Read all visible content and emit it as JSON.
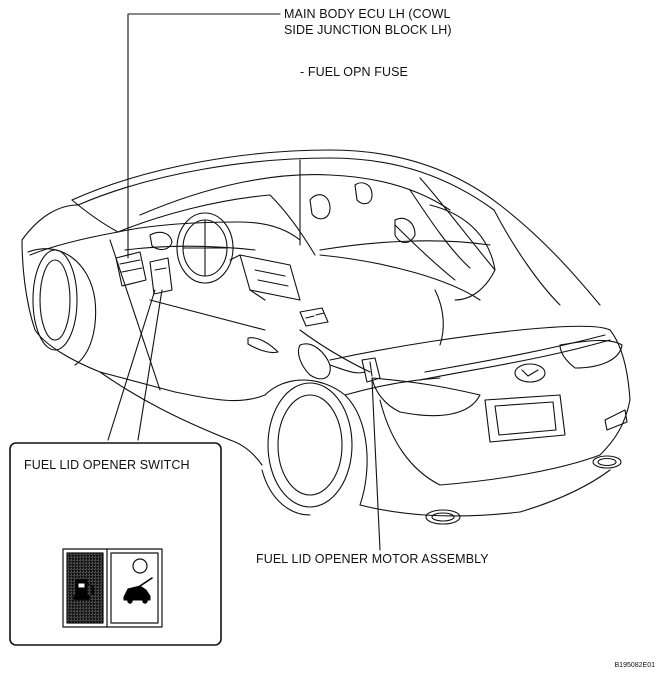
{
  "labels": {
    "ecu_line1": "MAIN BODY ECU LH (COWL",
    "ecu_line2": "SIDE JUNCTION BLOCK LH)",
    "fuse": "- FUEL OPN FUSE",
    "switch": "FUEL LID OPENER SWITCH",
    "motor": "FUEL LID OPENER MOTOR ASSEMBLY",
    "figure_code": "B195082E01"
  },
  "icons": {
    "fuel_button": "fuel-pump-icon",
    "trunk_button": "car-trunk-icon"
  },
  "colors": {
    "line": "#111111",
    "switch_face_shade": "#8a8a8a"
  }
}
